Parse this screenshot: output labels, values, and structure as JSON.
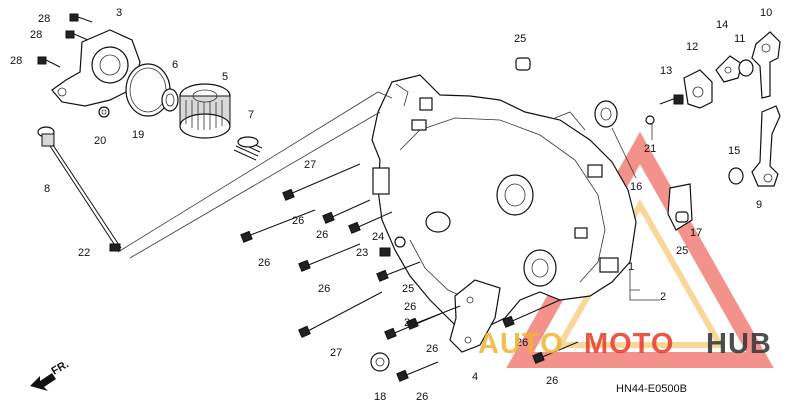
{
  "diagram": {
    "code": "HN44-E0500B",
    "direction_label": "FR.",
    "callouts": [
      "28",
      "28",
      "28",
      "3",
      "19",
      "6",
      "5",
      "20",
      "7",
      "8",
      "22",
      "27",
      "26",
      "26",
      "26",
      "24",
      "23",
      "26",
      "25",
      "27",
      "26",
      "26",
      "26",
      "4",
      "18",
      "26",
      "26",
      "26",
      "2",
      "25",
      "1",
      "16",
      "21",
      "13",
      "12",
      "14",
      "11",
      "10",
      "15",
      "9",
      "17",
      "25"
    ]
  },
  "watermark": {
    "text_left": "AUTO",
    "text_mid": "MOTO",
    "text_right": "HUB",
    "color_primary": "#e8392b",
    "color_secondary": "#f2b233",
    "color_hub": "#3b3b3b"
  }
}
